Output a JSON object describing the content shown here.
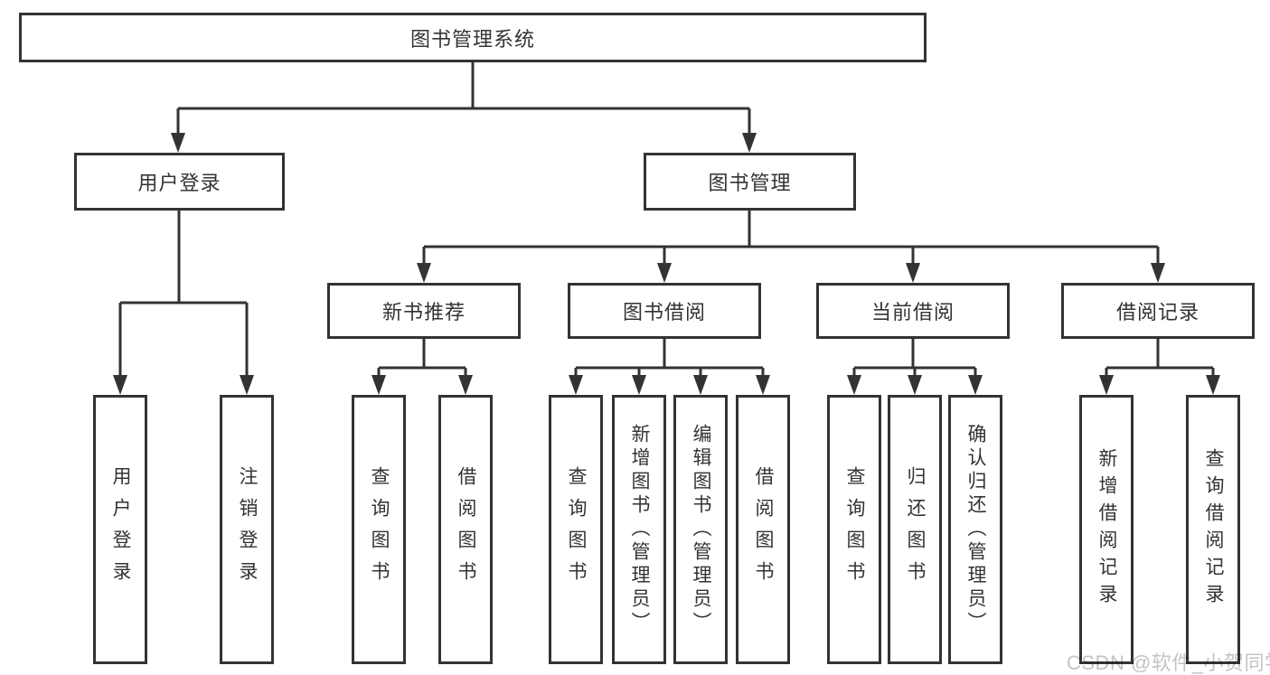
{
  "tree": {
    "root": {
      "label": "图书管理系统",
      "children": [
        {
          "label": "用户登录",
          "children": [
            {
              "label": "用户登录"
            },
            {
              "label": "注销登录"
            }
          ]
        },
        {
          "label": "图书管理",
          "children": [
            {
              "label": "新书推荐",
              "children": [
                {
                  "label": "查询图书"
                },
                {
                  "label": "借阅图书"
                }
              ]
            },
            {
              "label": "图书借阅",
              "children": [
                {
                  "label": "查询图书"
                },
                {
                  "label": "新增图书（管理员）"
                },
                {
                  "label": "编辑图书（管理员）"
                },
                {
                  "label": "借阅图书"
                }
              ]
            },
            {
              "label": "当前借阅",
              "children": [
                {
                  "label": "查询图书"
                },
                {
                  "label": "归还图书"
                },
                {
                  "label": "确认归还（管理员）"
                }
              ]
            },
            {
              "label": "借阅记录",
              "children": [
                {
                  "label": "新增借阅记录"
                },
                {
                  "label": "查询借阅记录"
                }
              ]
            }
          ]
        }
      ]
    }
  },
  "watermark": {
    "text": "CSDN @软件_小贺同学"
  },
  "colors": {
    "line": "#333333",
    "box_border": "#333333",
    "box_fill": "#ffffff",
    "background": "#ffffff",
    "watermark": "#c4c4c4"
  }
}
